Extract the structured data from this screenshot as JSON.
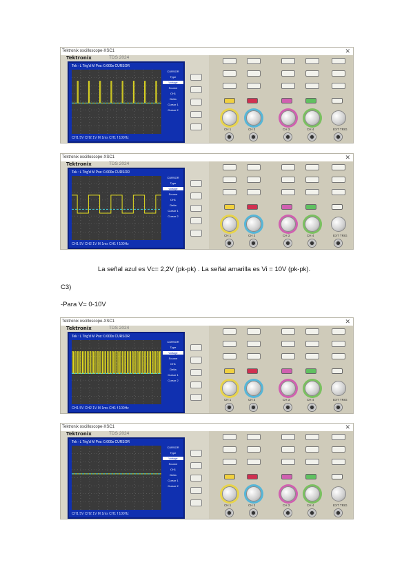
{
  "scopes": [
    {
      "window_title": "Tektronix oscilloscope-XSC1",
      "brand": "Tektronix",
      "model": "TDS 2024",
      "top_readout": "Tek    ↑L     Trig'd     M Pos: 0.000s   CURSOR",
      "bottom_readout": "CH1 5V     CH2 1V      M 1ms     CH1 f 100Hz",
      "menu": [
        "CURSOR",
        "Type",
        "Voltage",
        "Source",
        "CH1",
        "Delta",
        "Cursor 1",
        "Cursor 2"
      ],
      "channels": [
        "CH 1",
        "CH 2",
        "CH 3",
        "CH 4",
        "EXT TRIG"
      ],
      "pulse_count": 8,
      "style": "narrow"
    },
    {
      "window_title": "Tektronix oscilloscope-XSC1",
      "brand": "Tektronix",
      "model": "TDS 2024",
      "top_readout": "Tek    ↑L     Trig'd     M Pos: 0.000s   CURSOR",
      "bottom_readout": "CH1 5V     CH2 1V      M 1ms     CH1 f 100Hz",
      "menu": [
        "CURSOR",
        "Type",
        "Voltage",
        "Source",
        "CH1",
        "Delta",
        "Cursor 1",
        "Cursor 2"
      ],
      "channels": [
        "CH 1",
        "CH 2",
        "CH 3",
        "CH 4",
        "EXT TRIG"
      ],
      "pulse_count": 4,
      "style": "square"
    },
    {
      "window_title": "Tektronix oscilloscope-XSC1",
      "brand": "Tektronix",
      "model": "TDS 2024",
      "top_readout": "Tek    ↑L     Trig'd     M Pos: 0.000s   CURSOR",
      "bottom_readout": "CH1 5V     CH2 1V      M 1ms     CH1 f 100Hz",
      "menu": [
        "CURSOR",
        "Type",
        "Voltage",
        "Source",
        "CH1",
        "Delta",
        "Cursor 1",
        "Cursor 2"
      ],
      "channels": [
        "CH 1",
        "CH 2",
        "CH 3",
        "CH 4",
        "EXT TRIG"
      ],
      "pulse_count": 36,
      "style": "dense"
    },
    {
      "window_title": "Tektronix oscilloscope-XSC1",
      "brand": "Tektronix",
      "model": "TDS 2024",
      "top_readout": "Tek    ↑L     Trig'd     M Pos: 0.000s   CURSOR",
      "bottom_readout": "CH1 5V     CH2 1V      M 1ms     CH1 f 100Hz",
      "menu": [
        "CURSOR",
        "Type",
        "Voltage",
        "Source",
        "CH1",
        "Delta",
        "Cursor 1",
        "Cursor 2"
      ],
      "channels": [
        "CH 1",
        "CH 2",
        "CH 3",
        "CH 4",
        "EXT TRIG"
      ],
      "pulse_count": 0,
      "style": "flat"
    }
  ],
  "texts": {
    "caption1": "La señal azul es Vc= 2,2V (pk-pk) .  La señal amarilla es Vi = 10V (pk-pk).",
    "section": "C3)",
    "subsection": "-Para V= 0-10V"
  },
  "colors": {
    "trace_yellow": "#e8e020",
    "trace_cyan": "#40d0e0",
    "screen_bg": "#3a3a3a",
    "bezel_blue": "#1030b0"
  }
}
